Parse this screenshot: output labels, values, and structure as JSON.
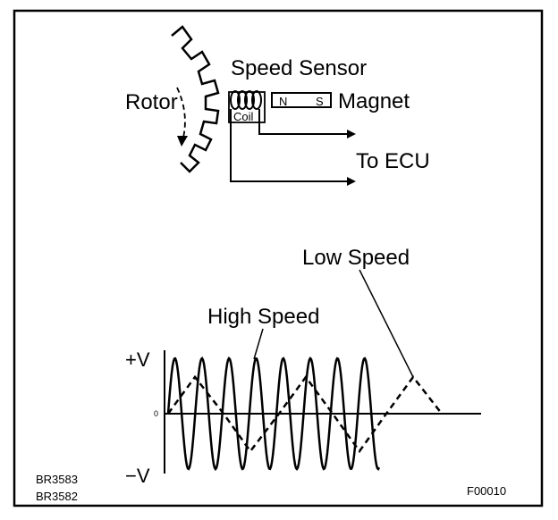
{
  "sensor": {
    "title": "Speed Sensor",
    "rotor_label": "Rotor",
    "coil_label": "Coil",
    "magnet_label": "Magnet",
    "pole_n": "N",
    "pole_s": "S",
    "ecu_label": "To ECU"
  },
  "waveform": {
    "high_speed_label": "High Speed",
    "low_speed_label": "Low Speed",
    "plus_v": "+V",
    "minus_v": "−V",
    "zero_marker": "0"
  },
  "codes": {
    "code_1": "BR3583",
    "code_2": "BR3582",
    "figure_id": "F00010"
  }
}
